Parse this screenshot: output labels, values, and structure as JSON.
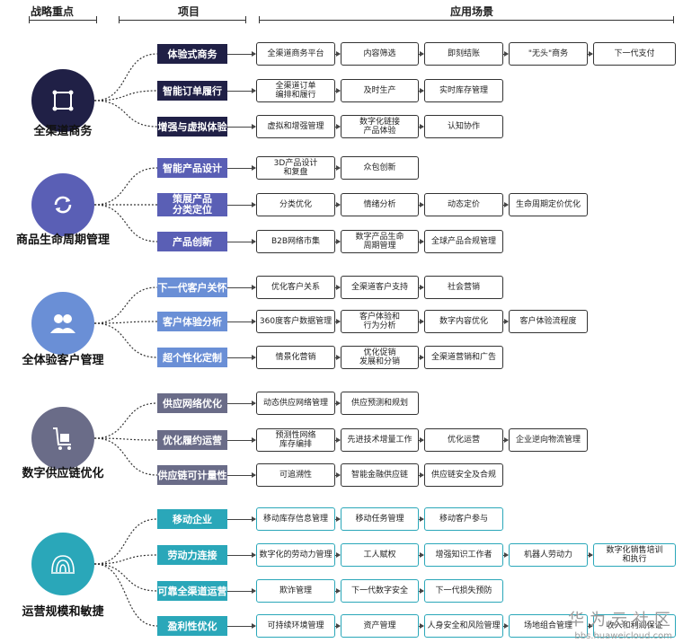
{
  "headers": {
    "focus": "战略重点",
    "project": "项目",
    "scenario": "应用场景"
  },
  "colors": {
    "g1": "#202046",
    "g2": "#5a5fb5",
    "g3": "#6a8fd6",
    "g4": "#6a6c88",
    "g5": "#2aa7b9"
  },
  "groups": [
    {
      "id": "g1",
      "title": "全渠道商务",
      "icon": "grid-icon",
      "color": "#202046",
      "rows": [
        {
          "project": "体验式商务",
          "items": [
            "全渠道商务平台",
            "内容筛选",
            "即刻结账",
            "\"无头\"商务",
            "下一代支付"
          ]
        },
        {
          "project": "智能订单履行",
          "items": [
            "全渠道订单\n编排和履行",
            "及时生产",
            "实时库存管理"
          ]
        },
        {
          "project": "增强与虚拟体验",
          "items": [
            "虚拟和增强管理",
            "数字化链接\n产品体验",
            "认知协作"
          ]
        }
      ]
    },
    {
      "id": "g2",
      "title": "商品生命周期管理",
      "icon": "cycle-icon",
      "color": "#5a5fb5",
      "rows": [
        {
          "project": "智能产品设计",
          "items": [
            "3D产品设计\n和复盘",
            "众包创新"
          ]
        },
        {
          "project": "策展产品\n分类定位",
          "items": [
            "分类优化",
            "情绪分析",
            "动态定价",
            "生命周期定价优化"
          ]
        },
        {
          "project": "产品创新",
          "items": [
            "B2B网络市集",
            "数字产品生命\n周期管理",
            "全球产品合规管理"
          ]
        }
      ]
    },
    {
      "id": "g3",
      "title": "全体验客户管理",
      "icon": "people-icon",
      "color": "#6a8fd6",
      "rows": [
        {
          "project": "下一代客户关怀",
          "items": [
            "优化客户关系",
            "全渠道客户支持",
            "社会营销"
          ]
        },
        {
          "project": "客户体验分析",
          "items": [
            "360度客户数据管理",
            "客户体验和\n行为分析",
            "数字内容优化",
            "客户体验流程度"
          ]
        },
        {
          "project": "超个性化定制",
          "items": [
            "情景化营销",
            "优化促销\n发展和分销",
            "全渠道营销和广告"
          ]
        }
      ]
    },
    {
      "id": "g4",
      "title": "数字供应链优化",
      "icon": "cart-icon",
      "color": "#6a6c88",
      "rows": [
        {
          "project": "供应网络优化",
          "items": [
            "动态供应网络管理",
            "供应预测和规划"
          ]
        },
        {
          "project": "优化履约运营",
          "items": [
            "预测性网络\n库存编排",
            "先进技术增量工作",
            "优化运营",
            "企业逆向物流管理"
          ]
        },
        {
          "project": "供应链可计量性",
          "items": [
            "可追溯性",
            "智能金融供应链",
            "供应链安全及合规"
          ]
        }
      ]
    },
    {
      "id": "g5",
      "title": "运营规模和敏捷",
      "icon": "rings-icon",
      "color": "#2aa7b9",
      "rows": [
        {
          "project": "移动企业",
          "items": [
            "移动库存信息管理",
            "移动任务管理",
            "移动客户参与"
          ]
        },
        {
          "project": "劳动力连接",
          "items": [
            "数字化的劳动力管理",
            "工人赋权",
            "增强知识工作者",
            "机器人劳动力",
            "数字化销售培训\n和执行"
          ]
        },
        {
          "project": "可靠全渠道运营",
          "items": [
            "欺诈管理",
            "下一代数字安全",
            "下一代损失预防"
          ]
        },
        {
          "project": "盈利性优化",
          "items": [
            "可持续环境管理",
            "资产管理",
            "人身安全和风险管理",
            "场地组合管理",
            "收入和利润保证"
          ]
        }
      ]
    }
  ],
  "watermark": {
    "text": "华为云社区",
    "url": "bbs.huaweicloud.com"
  }
}
